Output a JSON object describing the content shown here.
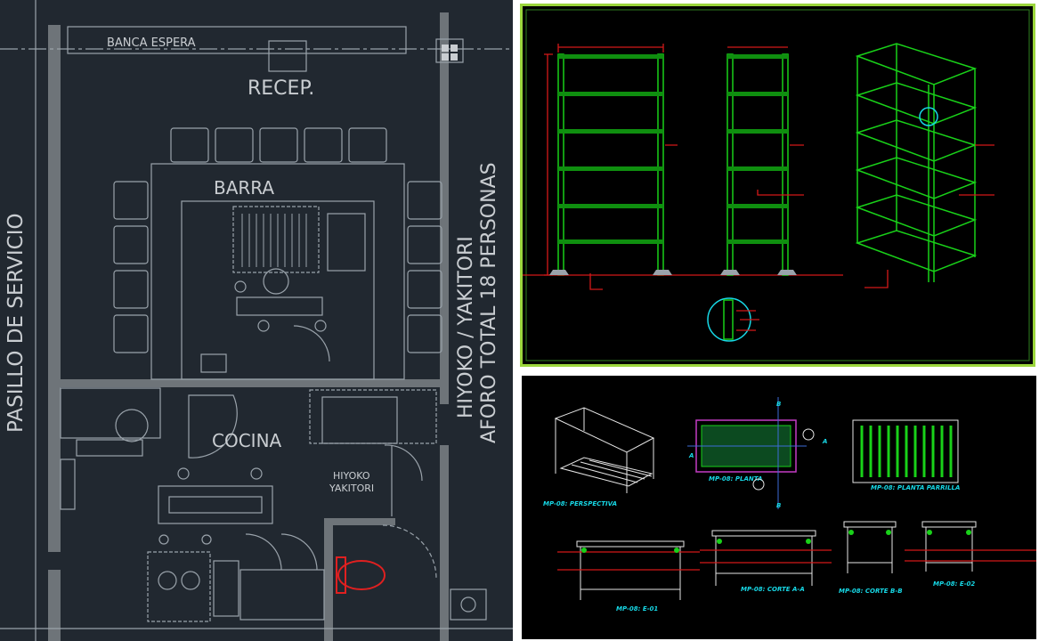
{
  "plan": {
    "labels": {
      "banca": "BANCA ESPERA",
      "recep": "RECEP.",
      "barra": "BARRA",
      "cocina": "COCINA",
      "hiyoko": "HIYOKO",
      "yakitori": "YAKITORI",
      "pasillo": "PASILLO DE SERVICIO",
      "right1": "HIYOKO / YAKITORI",
      "right2": "AFORO TOTAL 18 PERSONAS"
    },
    "colors": {
      "background": "#212830",
      "lines": "#9aa3ab",
      "walls": "#6e7479",
      "toilet": "#e02020"
    }
  },
  "shelf_drawing": {
    "colors": {
      "frame": "#19d119",
      "dimension": "#d41818",
      "border": "#9bd63c",
      "annotation": "#e8d000"
    }
  },
  "table_drawing": {
    "labels": {
      "perspectiva": "MP-08: PERSPECTIVA",
      "planta": "MP-08: PLANTA",
      "parrilla": "MP-08: PLANTA PARRILLA",
      "e01": "MP-08: E-01",
      "corte_aa": "MP-08: CORTE A-A",
      "corte_bb": "MP-08: CORTE B-B",
      "e02": "MP-08: E-02",
      "mark_a1": "A",
      "mark_a2": "A",
      "mark_b1": "B",
      "mark_b2": "B"
    },
    "colors": {
      "titles": "#17d8e6",
      "lines": "#e6e6e6",
      "accent": "#19d119"
    }
  }
}
